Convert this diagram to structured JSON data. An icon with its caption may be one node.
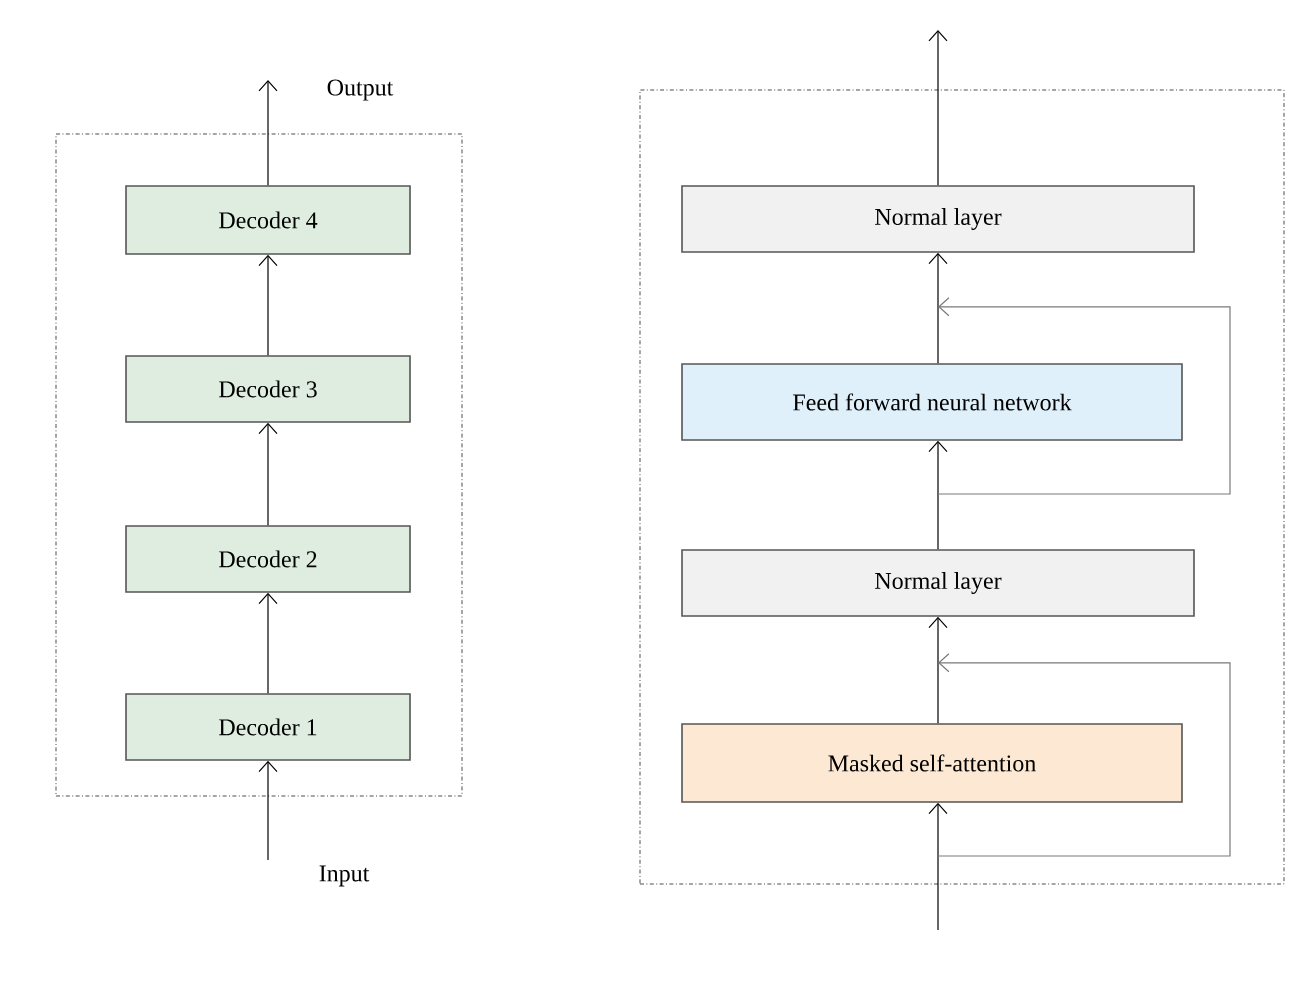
{
  "diagram": {
    "nodes": [
      {
        "text": [],
        "shape": "box"
      },
      {
        "text": [
          "Decoder 4"
        ],
        "in": 0
      },
      {
        "text": [
          "Decoder 3"
        ],
        "in": 0
      },
      {
        "text": [
          "Decoder 2"
        ],
        "in": 0
      },
      {
        "text": [
          "Decoder 1"
        ],
        "in": 0
      },
      {
        "text": [],
        "shape": "box"
      },
      {
        "text": [
          "Normal layer"
        ],
        "in": 5
      },
      {
        "text": [
          "Feed forward neural network"
        ],
        "in": 5
      },
      {
        "text": [
          "Normal layer"
        ],
        "in": 5
      },
      {
        "text": [
          "Masked self-attention"
        ],
        "in": 5
      }
    ],
    "edges": [
      {
        "from": 4,
        "to": 3,
        "arrow": "to"
      },
      {
        "from": 3,
        "to": 2,
        "arrow": "to"
      },
      {
        "from": 2,
        "to": 1,
        "arrow": "to"
      },
      {
        "from": 1,
        "to": null,
        "arrow": "to"
      },
      {
        "from": null,
        "to": 4,
        "arrow": "to"
      },
      {
        "from": 9,
        "to": 8,
        "arrow": "to"
      },
      {
        "from": 8,
        "to": 7,
        "arrow": "to"
      },
      {
        "from": 7,
        "to": 6,
        "arrow": "to"
      },
      {
        "from": 6,
        "to": null,
        "arrow": "to"
      },
      {
        "from": null,
        "to": 9,
        "arrow": "to"
      },
      {
        "from": null,
        "to": 8,
        "arrow": "to",
        "color": "#7a7a7a"
      },
      {
        "from": null,
        "to": 6,
        "arrow": "to",
        "color": "#7a7a7a"
      }
    ],
    "labels": [
      "Output",
      "Input"
    ]
  }
}
